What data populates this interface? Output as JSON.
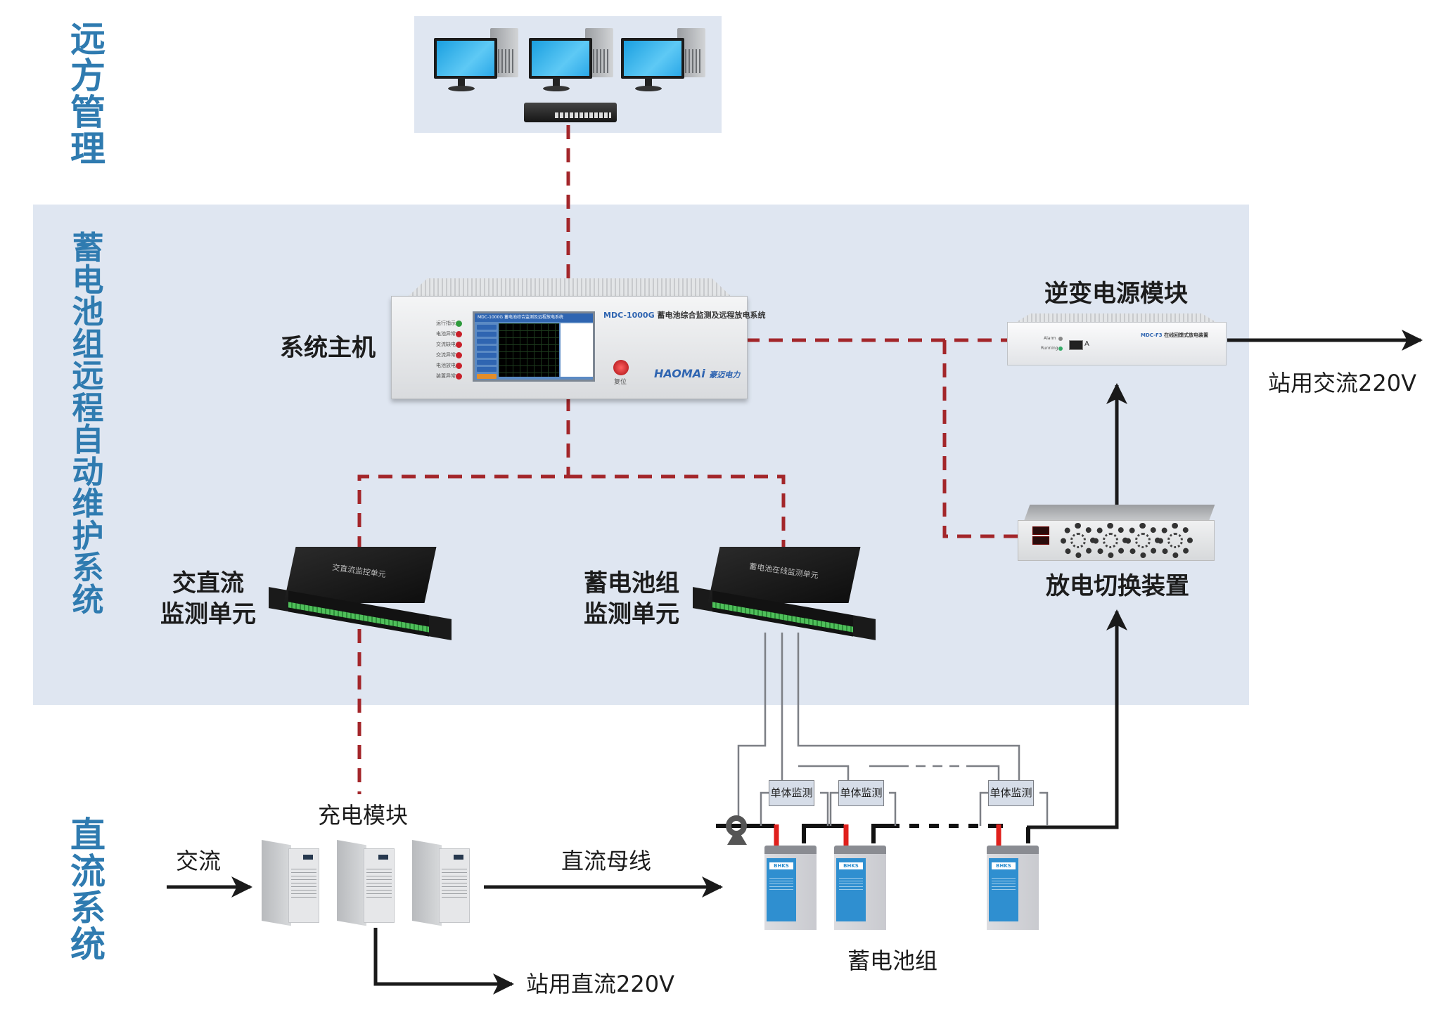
{
  "sections": {
    "remote_management": [
      "远",
      "方",
      "管",
      "理"
    ],
    "battery_system": [
      "蓄",
      "电",
      "池",
      "组",
      "远",
      "程",
      "自",
      "动",
      "维",
      "护",
      "系",
      "统"
    ],
    "dc_system": [
      "直",
      "流",
      "系",
      "统"
    ]
  },
  "devices": {
    "system_host": {
      "label": "系统主机",
      "model": "MDC-1000G",
      "model_desc": "蓄电池综合监测及远程放电系统",
      "brand": "HAOMAi",
      "brand_cn": "豪迈电力",
      "reset_label": "复位",
      "leds": [
        {
          "label": "运行指示",
          "color": "#2e9a3c"
        },
        {
          "label": "电池异常",
          "color": "#c8202a"
        },
        {
          "label": "交流缺电",
          "color": "#c8202a"
        },
        {
          "label": "交流异常",
          "color": "#c8202a"
        },
        {
          "label": "电池放电",
          "color": "#c8202a"
        },
        {
          "label": "装置异常",
          "color": "#c8202a"
        }
      ],
      "screen_title": "MDC-1000G 蓄电池综合监测及远程放电系统"
    },
    "inverter": {
      "label": "逆变电源模块",
      "model": "MDC-F3",
      "model_desc": "在线回馈式放电装置",
      "indicators": [
        "Alarm",
        "Running"
      ],
      "meter_unit": "A"
    },
    "discharge_switch": {
      "label": "放电切换装置"
    },
    "acdc_monitor": {
      "label_line1": "交直流",
      "label_line2": "监测单元",
      "panel_text": "交直流监控单元"
    },
    "battery_monitor": {
      "label_line1": "蓄电池组",
      "label_line2": "监测单元",
      "panel_text": "蓄电池在线监测单元"
    },
    "charger": {
      "label": "充电模块",
      "count": 3
    },
    "battery_bank": {
      "label": "蓄电池组",
      "cell_brand": "BHKS",
      "count_shown": 3
    },
    "cell_monitor": {
      "label": "单体监测",
      "count_shown": 3
    }
  },
  "flows": {
    "ac_input": "交流",
    "dc_bus": "直流母线",
    "station_dc": "站用直流220V",
    "station_ac": "站用交流220V"
  },
  "colors": {
    "panel_bg": "#dfe6f1",
    "section_title": "#2f7bb0",
    "comm_line": "#a3262a",
    "power_line": "#1a1a1a",
    "positive_terminal": "#e0201c"
  }
}
